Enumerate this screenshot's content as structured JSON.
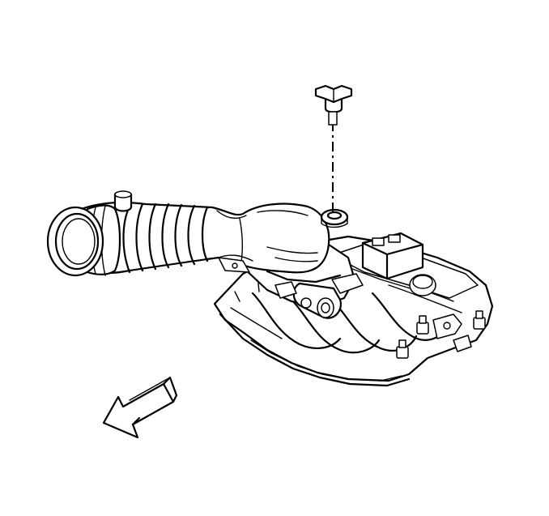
{
  "diagram": {
    "components": [
      "air-intake-duct",
      "throttle-body",
      "intake-manifold",
      "sensor-connector",
      "fastener-bolt",
      "mounting-bolt",
      "direction-arrow"
    ],
    "colors": {
      "line": "#000000",
      "background": "#ffffff"
    },
    "arrow_direction": "front-left"
  }
}
